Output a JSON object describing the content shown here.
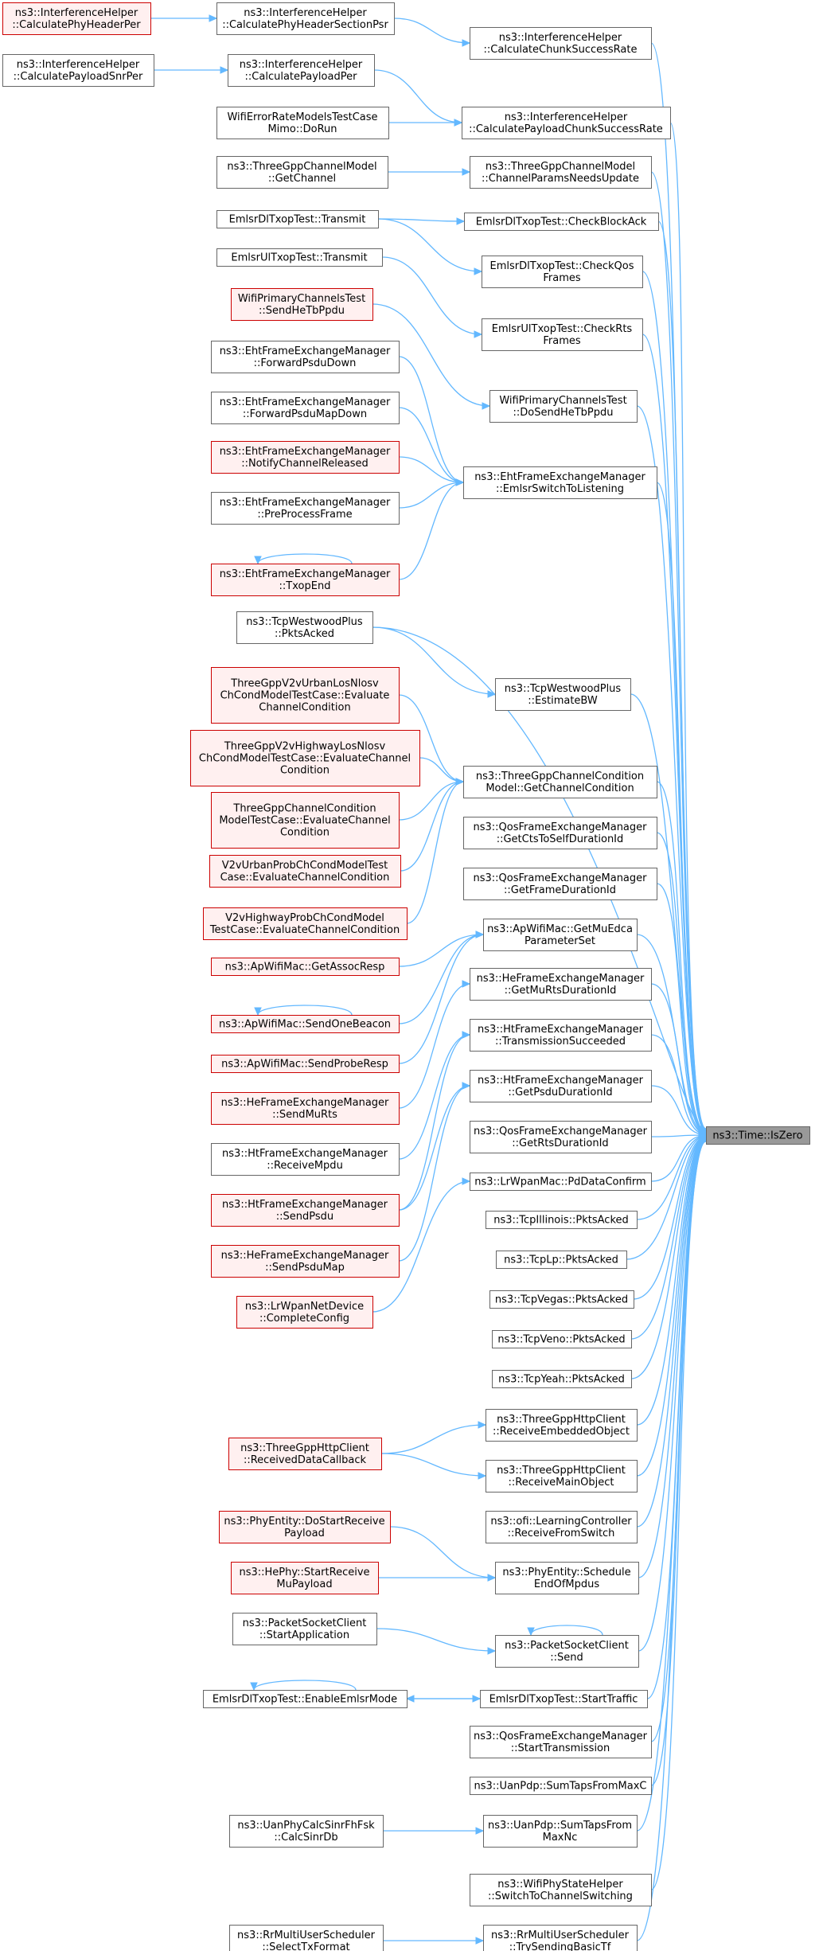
{
  "graph": {
    "target": {
      "id": "target",
      "lines": [
        "ns3::Time::IsZero"
      ]
    },
    "nodes": [
      {
        "id": "cphp",
        "lines": [
          "ns3::InterferenceHelper",
          "::CalculatePhyHeaderPer"
        ],
        "red": true
      },
      {
        "id": "cphsp",
        "lines": [
          "ns3::InterferenceHelper",
          "::CalculatePhyHeaderSectionPsr"
        ]
      },
      {
        "id": "ccsr",
        "lines": [
          "ns3::InterferenceHelper",
          "::CalculateChunkSuccessRate"
        ]
      },
      {
        "id": "cpsp",
        "lines": [
          "ns3::InterferenceHelper",
          "::CalculatePayloadSnrPer"
        ]
      },
      {
        "id": "cpp",
        "lines": [
          "ns3::InterferenceHelper",
          "::CalculatePayloadPer"
        ]
      },
      {
        "id": "wermd",
        "lines": [
          "WifiErrorRateModelsTestCase",
          "Mimo::DoRun"
        ]
      },
      {
        "id": "cpcsr",
        "lines": [
          "ns3::InterferenceHelper",
          "::CalculatePayloadChunkSuccessRate"
        ]
      },
      {
        "id": "tgcgc",
        "lines": [
          "ns3::ThreeGppChannelModel",
          "::GetChannel"
        ]
      },
      {
        "id": "tgcpnu",
        "lines": [
          "ns3::ThreeGppChannelModel",
          "::ChannelParamsNeedsUpdate"
        ]
      },
      {
        "id": "edt_tx",
        "lines": [
          "EmlsrDlTxopTest::Transmit"
        ]
      },
      {
        "id": "cba",
        "lines": [
          "EmlsrDlTxopTest::CheckBlockAck"
        ]
      },
      {
        "id": "eut_tx",
        "lines": [
          "EmlsrUlTxopTest::Transmit"
        ]
      },
      {
        "id": "cqf",
        "lines": [
          "EmlsrDlTxopTest::CheckQos",
          "Frames"
        ]
      },
      {
        "id": "wpc_send",
        "lines": [
          "WifiPrimaryChannelsTest",
          "::SendHeTbPpdu"
        ],
        "red": true
      },
      {
        "id": "crf",
        "lines": [
          "EmlsrUlTxopTest::CheckRts",
          "Frames"
        ]
      },
      {
        "id": "efem_fpd",
        "lines": [
          "ns3::EhtFrameExchangeManager",
          "::ForwardPsduDown"
        ]
      },
      {
        "id": "wpc_dosend",
        "lines": [
          "WifiPrimaryChannelsTest",
          "::DoSendHeTbPpdu"
        ]
      },
      {
        "id": "efem_fpmd",
        "lines": [
          "ns3::EhtFrameExchangeManager",
          "::ForwardPsduMapDown"
        ]
      },
      {
        "id": "efem_ncr",
        "lines": [
          "ns3::EhtFrameExchangeManager",
          "::NotifyChannelReleased"
        ],
        "red": true
      },
      {
        "id": "efem_estl",
        "lines": [
          "ns3::EhtFrameExchangeManager",
          "::EmlsrSwitchToListening"
        ]
      },
      {
        "id": "efem_ppf",
        "lines": [
          "ns3::EhtFrameExchangeManager",
          "::PreProcessFrame"
        ]
      },
      {
        "id": "efem_te",
        "lines": [
          "ns3::EhtFrameExchangeManager",
          "::TxopEnd"
        ],
        "red": true
      },
      {
        "id": "twp_pa",
        "lines": [
          "ns3::TcpWestwoodPlus",
          "::PktsAcked"
        ]
      },
      {
        "id": "twp_ebw",
        "lines": [
          "ns3::TcpWestwoodPlus",
          "::EstimateBW"
        ]
      },
      {
        "id": "v2vu_los",
        "lines": [
          "ThreeGppV2vUrbanLosNlosv",
          "ChCondModelTestCase::Evaluate",
          "ChannelCondition"
        ],
        "red": true
      },
      {
        "id": "v2vh_los",
        "lines": [
          "ThreeGppV2vHighwayLosNlosv",
          "ChCondModelTestCase::EvaluateChannel",
          "Condition"
        ],
        "red": true
      },
      {
        "id": "tgccm_gcc",
        "lines": [
          "ns3::ThreeGppChannelCondition",
          "Model::GetChannelCondition"
        ]
      },
      {
        "id": "tgccm_tc",
        "lines": [
          "ThreeGppChannelCondition",
          "ModelTestCase::EvaluateChannel",
          "Condition"
        ],
        "red": true
      },
      {
        "id": "qfem_gctsd",
        "lines": [
          "ns3::QosFrameExchangeManager",
          "::GetCtsToSelfDurationId"
        ]
      },
      {
        "id": "v2vu_prob",
        "lines": [
          "V2vUrbanProbChCondModelTest",
          "Case::EvaluateChannelCondition"
        ],
        "red": true
      },
      {
        "id": "qfem_gfd",
        "lines": [
          "ns3::QosFrameExchangeManager",
          "::GetFrameDurationId"
        ]
      },
      {
        "id": "v2vh_prob",
        "lines": [
          "V2vHighwayProbChCondModel",
          "TestCase::EvaluateChannelCondition"
        ],
        "red": true
      },
      {
        "id": "awm_gmep",
        "lines": [
          "ns3::ApWifiMac::GetMuEdca",
          "ParameterSet"
        ]
      },
      {
        "id": "awm_gar",
        "lines": [
          "ns3::ApWifiMac::GetAssocResp"
        ],
        "red": true
      },
      {
        "id": "hfem_gmrd",
        "lines": [
          "ns3::HeFrameExchangeManager",
          "::GetMuRtsDurationId"
        ]
      },
      {
        "id": "awm_sob",
        "lines": [
          "ns3::ApWifiMac::SendOneBeacon"
        ],
        "red": true
      },
      {
        "id": "htfem_ts",
        "lines": [
          "ns3::HtFrameExchangeManager",
          "::TransmissionSucceeded"
        ]
      },
      {
        "id": "awm_spr",
        "lines": [
          "ns3::ApWifiMac::SendProbeResp"
        ],
        "red": true
      },
      {
        "id": "hefem_smr",
        "lines": [
          "ns3::HeFrameExchangeManager",
          "::SendMuRts"
        ],
        "red": true
      },
      {
        "id": "htfem_gpd",
        "lines": [
          "ns3::HtFrameExchangeManager",
          "::GetPsduDurationId"
        ]
      },
      {
        "id": "htfem_rm",
        "lines": [
          "ns3::HtFrameExchangeManager",
          "::ReceiveMpdu"
        ]
      },
      {
        "id": "qfem_grd",
        "lines": [
          "ns3::QosFrameExchangeManager",
          "::GetRtsDurationId"
        ]
      },
      {
        "id": "htfem_sp",
        "lines": [
          "ns3::HtFrameExchangeManager",
          "::SendPsdu"
        ],
        "red": true
      },
      {
        "id": "lwm_pdc",
        "lines": [
          "ns3::LrWpanMac::PdDataConfirm"
        ]
      },
      {
        "id": "hefem_spm",
        "lines": [
          "ns3::HeFrameExchangeManager",
          "::SendPsduMap"
        ],
        "red": true
      },
      {
        "id": "tcpil",
        "lines": [
          "ns3::TcpIllinois::PktsAcked"
        ]
      },
      {
        "id": "lwnd_cc",
        "lines": [
          "ns3::LrWpanNetDevice",
          "::CompleteConfig"
        ],
        "red": true
      },
      {
        "id": "tcplp",
        "lines": [
          "ns3::TcpLp::PktsAcked"
        ]
      },
      {
        "id": "tcpvegas",
        "lines": [
          "ns3::TcpVegas::PktsAcked"
        ]
      },
      {
        "id": "tcpveno",
        "lines": [
          "ns3::TcpVeno::PktsAcked"
        ]
      },
      {
        "id": "tcpyeah",
        "lines": [
          "ns3::TcpYeah::PktsAcked"
        ]
      },
      {
        "id": "tghc_reo",
        "lines": [
          "ns3::ThreeGppHttpClient",
          "::ReceiveEmbeddedObject"
        ]
      },
      {
        "id": "tghc_rdc",
        "lines": [
          "ns3::ThreeGppHttpClient",
          "::ReceivedDataCallback"
        ],
        "red": true
      },
      {
        "id": "tghc_rmo",
        "lines": [
          "ns3::ThreeGppHttpClient",
          "::ReceiveMainObject"
        ]
      },
      {
        "id": "pe_dsrp",
        "lines": [
          "ns3::PhyEntity::DoStartReceive",
          "Payload"
        ],
        "red": true
      },
      {
        "id": "ofi_lc",
        "lines": [
          "ns3::ofi::LearningController",
          "::ReceiveFromSwitch"
        ]
      },
      {
        "id": "hephy_srmp",
        "lines": [
          "ns3::HePhy::StartReceive",
          "MuPayload"
        ],
        "red": true
      },
      {
        "id": "pe_seom",
        "lines": [
          "ns3::PhyEntity::Schedule",
          "EndOfMpdus"
        ]
      },
      {
        "id": "psc_sa",
        "lines": [
          "ns3::PacketSocketClient",
          "::StartApplication"
        ]
      },
      {
        "id": "psc_send",
        "lines": [
          "ns3::PacketSocketClient",
          "::Send"
        ]
      },
      {
        "id": "edt_eem",
        "lines": [
          "EmlsrDlTxopTest::EnableEmlsrMode"
        ]
      },
      {
        "id": "edt_st",
        "lines": [
          "EmlsrDlTxopTest::StartTraffic"
        ]
      },
      {
        "id": "qfem_st",
        "lines": [
          "ns3::QosFrameExchangeManager",
          "::StartTransmission"
        ]
      },
      {
        "id": "uan_stmc",
        "lines": [
          "ns3::UanPdp::SumTapsFromMaxC"
        ]
      },
      {
        "id": "uan_csd",
        "lines": [
          "ns3::UanPhyCalcSinrFhFsk",
          "::CalcSinrDb"
        ]
      },
      {
        "id": "uan_stmn",
        "lines": [
          "ns3::UanPdp::SumTapsFrom",
          "MaxNc"
        ]
      },
      {
        "id": "wpsh_stcs",
        "lines": [
          "ns3::WifiPhyStateHelper",
          "::SwitchToChannelSwitching"
        ]
      },
      {
        "id": "rmus_stf",
        "lines": [
          "ns3::RrMultiUserScheduler",
          "::SelectTxFormat"
        ]
      },
      {
        "id": "rmus_tsbt",
        "lines": [
          "ns3::RrMultiUserScheduler",
          "::TrySendingBasicTf"
        ]
      }
    ],
    "edges": [
      [
        "cphp",
        "cphsp"
      ],
      [
        "cphsp",
        "ccsr"
      ],
      [
        "cpsp",
        "cpp"
      ],
      [
        "cpp",
        "cpcsr"
      ],
      [
        "wermd",
        "cpcsr"
      ],
      [
        "tgcgc",
        "tgcpnu"
      ],
      [
        "edt_tx",
        "cba"
      ],
      [
        "edt_tx",
        "cqf"
      ],
      [
        "eut_tx",
        "crf"
      ],
      [
        "wpc_send",
        "wpc_dosend"
      ],
      [
        "efem_fpd",
        "efem_estl"
      ],
      [
        "efem_fpmd",
        "efem_estl"
      ],
      [
        "efem_ncr",
        "efem_estl"
      ],
      [
        "efem_ppf",
        "efem_estl"
      ],
      [
        "efem_te",
        "efem_estl"
      ],
      [
        "efem_te",
        "efem_te"
      ],
      [
        "twp_pa",
        "twp_ebw"
      ],
      [
        "v2vu_los",
        "tgccm_gcc"
      ],
      [
        "v2vh_los",
        "tgccm_gcc"
      ],
      [
        "tgccm_tc",
        "tgccm_gcc"
      ],
      [
        "v2vu_prob",
        "tgccm_gcc"
      ],
      [
        "v2vh_prob",
        "tgccm_gcc"
      ],
      [
        "awm_gar",
        "awm_gmep"
      ],
      [
        "awm_sob",
        "awm_gmep"
      ],
      [
        "awm_sob",
        "awm_sob"
      ],
      [
        "awm_spr",
        "awm_gmep"
      ],
      [
        "hefem_smr",
        "hfem_gmrd"
      ],
      [
        "htfem_rm",
        "htfem_ts"
      ],
      [
        "htfem_sp",
        "htfem_ts"
      ],
      [
        "htfem_sp",
        "htfem_gpd"
      ],
      [
        "hefem_spm",
        "htfem_gpd"
      ],
      [
        "lwnd_cc",
        "lwm_pdc"
      ],
      [
        "tghc_rdc",
        "tghc_reo"
      ],
      [
        "tghc_rdc",
        "tghc_rmo"
      ],
      [
        "pe_dsrp",
        "pe_seom"
      ],
      [
        "hephy_srmp",
        "pe_seom"
      ],
      [
        "psc_sa",
        "psc_send"
      ],
      [
        "psc_send",
        "psc_send"
      ],
      [
        "edt_st",
        "edt_eem"
      ],
      [
        "edt_eem",
        "edt_st"
      ],
      [
        "edt_eem",
        "edt_eem"
      ],
      [
        "uan_csd",
        "uan_stmn"
      ],
      [
        "rmus_stf",
        "rmus_tsbt"
      ],
      [
        "ccsr",
        "target"
      ],
      [
        "cpcsr",
        "target"
      ],
      [
        "tgcpnu",
        "target"
      ],
      [
        "cba",
        "target"
      ],
      [
        "cqf",
        "target"
      ],
      [
        "crf",
        "target"
      ],
      [
        "wpc_dosend",
        "target"
      ],
      [
        "efem_estl",
        "target"
      ],
      [
        "twp_pa",
        "target"
      ],
      [
        "twp_ebw",
        "target"
      ],
      [
        "tgccm_gcc",
        "target"
      ],
      [
        "qfem_gctsd",
        "target"
      ],
      [
        "qfem_gfd",
        "target"
      ],
      [
        "awm_gmep",
        "target"
      ],
      [
        "hfem_gmrd",
        "target"
      ],
      [
        "htfem_ts",
        "target"
      ],
      [
        "htfem_gpd",
        "target"
      ],
      [
        "qfem_grd",
        "target"
      ],
      [
        "lwm_pdc",
        "target"
      ],
      [
        "tcpil",
        "target"
      ],
      [
        "tcplp",
        "target"
      ],
      [
        "tcpvegas",
        "target"
      ],
      [
        "tcpveno",
        "target"
      ],
      [
        "tcpyeah",
        "target"
      ],
      [
        "tghc_reo",
        "target"
      ],
      [
        "tghc_rmo",
        "target"
      ],
      [
        "ofi_lc",
        "target"
      ],
      [
        "pe_seom",
        "target"
      ],
      [
        "psc_send",
        "target"
      ],
      [
        "edt_st",
        "target"
      ],
      [
        "qfem_st",
        "target"
      ],
      [
        "uan_stmc",
        "target"
      ],
      [
        "uan_stmn",
        "target"
      ],
      [
        "wpsh_stcs",
        "target"
      ],
      [
        "rmus_tsbt",
        "target"
      ]
    ]
  }
}
